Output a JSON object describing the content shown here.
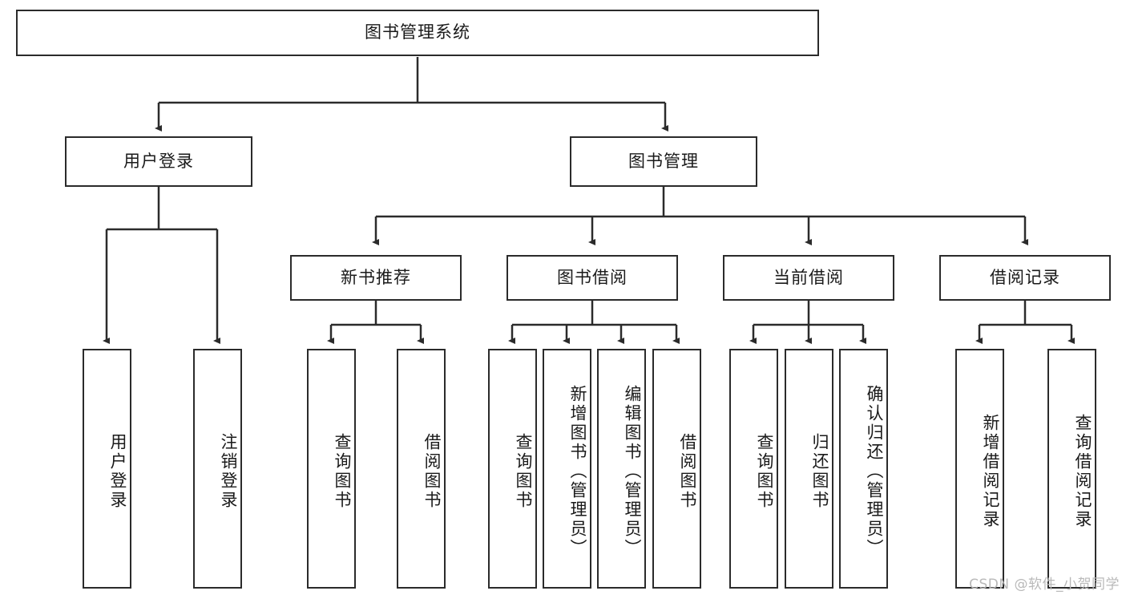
{
  "diagram": {
    "title": "图书管理系统",
    "watermark": "CSDN @软件_小贺同学",
    "root": {
      "id": "root",
      "label": "图书管理系统"
    },
    "level2": [
      {
        "id": "user-login",
        "label": "用户登录"
      },
      {
        "id": "book-manage",
        "label": "图书管理"
      }
    ],
    "level3": [
      {
        "id": "new-book-rec",
        "label": "新书推荐"
      },
      {
        "id": "book-borrow",
        "label": "图书借阅"
      },
      {
        "id": "current-borrow",
        "label": "当前借阅"
      },
      {
        "id": "borrow-record",
        "label": "借阅记录"
      }
    ],
    "leaves": {
      "user_login": [
        {
          "id": "leaf-user-login",
          "label": "用户登录"
        },
        {
          "id": "leaf-user-logout",
          "label": "注销登录"
        }
      ],
      "new_book_rec": [
        {
          "id": "leaf-query-book-1",
          "label": "查询图书"
        },
        {
          "id": "leaf-borrow-book-1",
          "label": "借阅图书"
        }
      ],
      "book_borrow": [
        {
          "id": "leaf-query-book-2",
          "label": "查询图书"
        },
        {
          "id": "leaf-add-book",
          "label": "新增图书（管理员）"
        },
        {
          "id": "leaf-edit-book",
          "label": "编辑图书（管理员）"
        },
        {
          "id": "leaf-borrow-book-2",
          "label": "借阅图书"
        }
      ],
      "current_borrow": [
        {
          "id": "leaf-query-book-3",
          "label": "查询图书"
        },
        {
          "id": "leaf-return-book",
          "label": "归还图书"
        },
        {
          "id": "leaf-confirm-return",
          "label": "确认归还（管理员）"
        }
      ],
      "borrow_record": [
        {
          "id": "leaf-add-record",
          "label": "新增借阅记录"
        },
        {
          "id": "leaf-query-record",
          "label": "查询借阅记录"
        }
      ]
    },
    "colors": {
      "stroke": "#2b2b2b",
      "fill": "#ffffff",
      "text": "#1a1a1a",
      "watermark": "#b9b9b9"
    }
  }
}
